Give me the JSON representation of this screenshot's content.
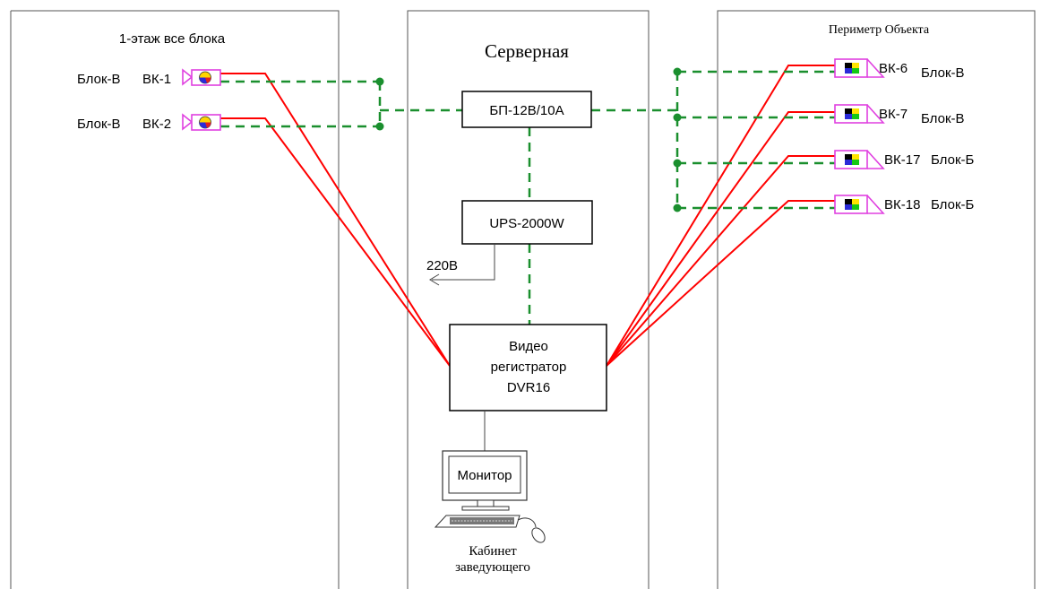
{
  "zones": {
    "left_title": "1-этаж все блока",
    "center_title": "Серверная",
    "right_title": "Периметр Объекта"
  },
  "boxes": {
    "power_supply": "БП-12В/10А",
    "ups": "UPS-2000W",
    "dvr_line1": "Видео",
    "dvr_line2": "регистратор",
    "dvr_line3": "DVR16",
    "monitor": "Монитор"
  },
  "mains_label": "220В",
  "workstation": {
    "line1": "Кабинет",
    "line2": "заведующего"
  },
  "cameras_left": [
    {
      "block": "Блок-В",
      "id": "ВК-1"
    },
    {
      "block": "Блок-В",
      "id": "ВК-2"
    }
  ],
  "cameras_right": [
    {
      "id": "ВК-6",
      "block": "Блок-В"
    },
    {
      "id": "ВК-7",
      "block": "Блок-В"
    },
    {
      "id": "ВК-17",
      "block": "Блок-Б"
    },
    {
      "id": "ВК-18",
      "block": "Блок-Б"
    }
  ],
  "colors": {
    "video_cable": "#ff0000",
    "power_cable": "#1a8f2e",
    "camera": "#e040e0"
  }
}
